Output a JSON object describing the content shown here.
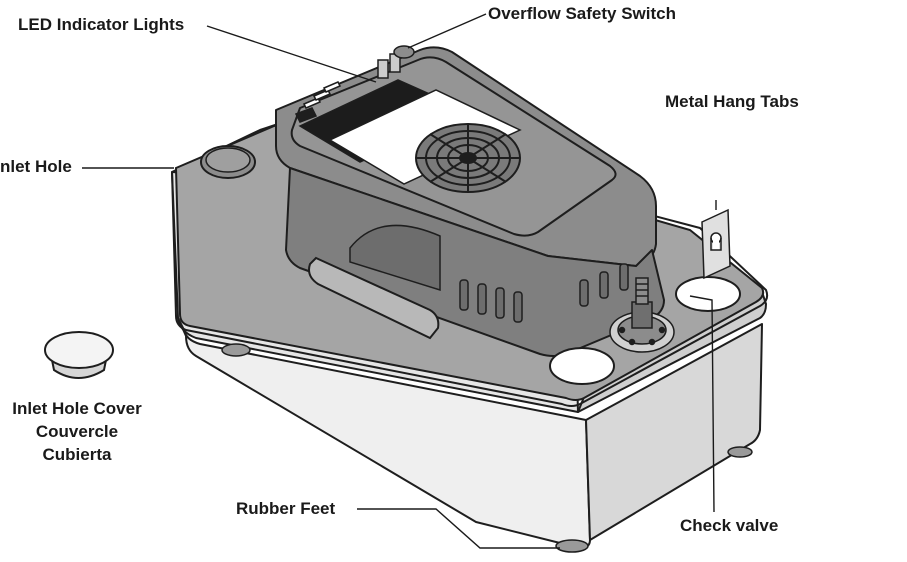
{
  "labels": {
    "led_indicator_lights": "LED Indicator Lights",
    "overflow_safety_switch": "Overflow Safety Switch",
    "metal_hang_tabs": "Metal Hang Tabs",
    "inlet_hole": "nlet Hole",
    "inlet_hole_cover": [
      "Inlet Hole Cover",
      "Couvercle",
      "Cubierta"
    ],
    "rubber_feet": "Rubber Feet",
    "check_valve": "Check valve"
  },
  "colors": {
    "housing_dark": "#8c8c8c",
    "housing_mid": "#a5a5a5",
    "tank_light": "#ededed",
    "outline": "#1e1e1e",
    "label_text": "#1a1a1a"
  }
}
